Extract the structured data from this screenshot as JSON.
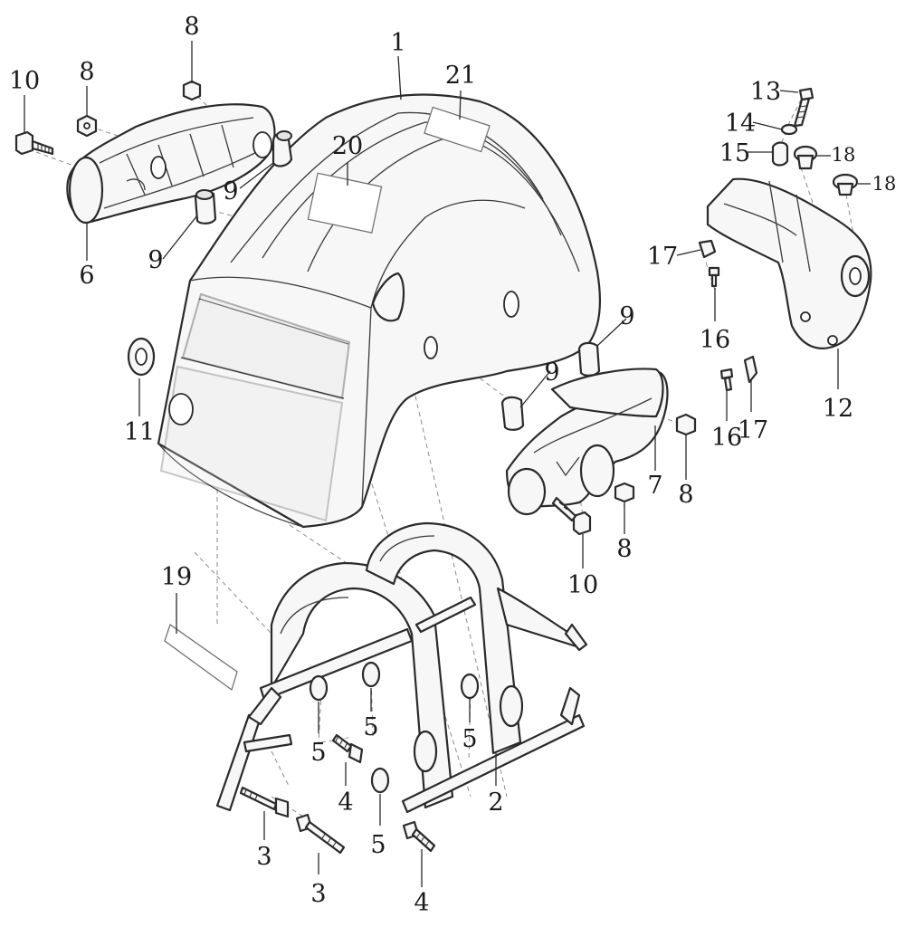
{
  "callouts": {
    "c1": "1",
    "c2": "2",
    "c3a": "3",
    "c3b": "3",
    "c4a": "4",
    "c4b": "4",
    "c5a": "5",
    "c5b": "5",
    "c5c": "5",
    "c5d": "5",
    "c6": "6",
    "c7": "7",
    "c8a": "8",
    "c8b": "8",
    "c8c": "8",
    "c8d": "8",
    "c9a": "9",
    "c9b": "9",
    "c9c": "9",
    "c9d": "9",
    "c10a": "10",
    "c10b": "10",
    "c11": "11",
    "c12": "12",
    "c13": "13",
    "c14": "14",
    "c15": "15",
    "c16a": "16",
    "c16b": "16",
    "c17a": "17",
    "c17b": "17",
    "c18a": "18",
    "c18b": "18",
    "c19": "19",
    "c20": "20",
    "c21": "21"
  }
}
